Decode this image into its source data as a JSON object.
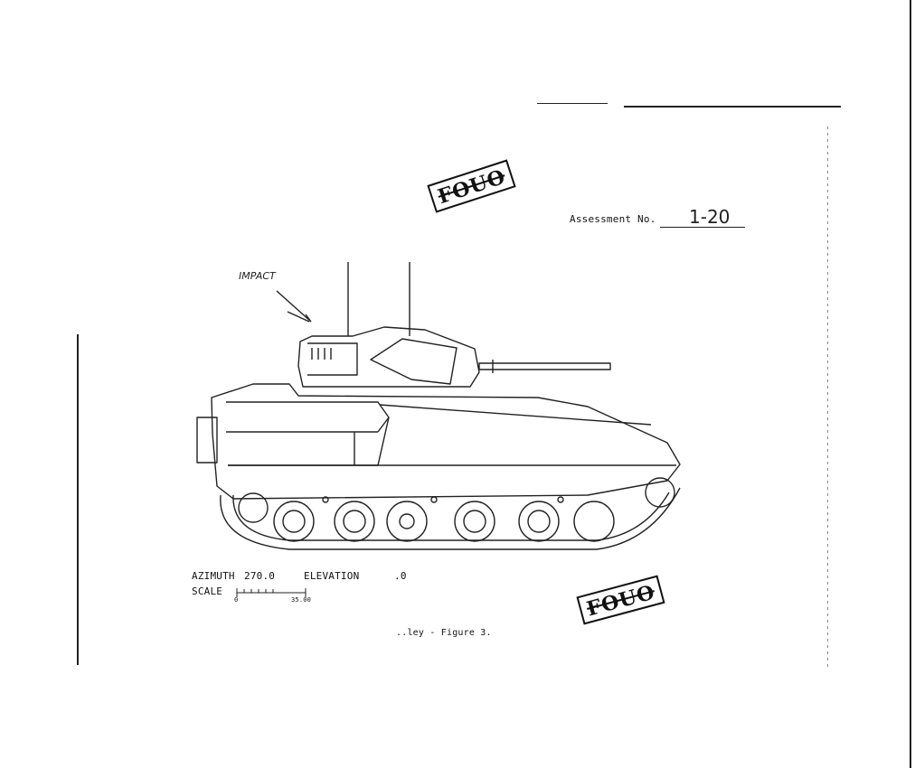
{
  "assessment": {
    "label": "Assessment No.",
    "value": "1-20"
  },
  "annotation": {
    "impact_label": "IMPACT"
  },
  "stamps": [
    {
      "text": "FOUO"
    },
    {
      "text": "FOUO"
    }
  ],
  "view": {
    "azimuth_label": "AZIMUTH",
    "azimuth_value": "270.0",
    "elevation_label": "ELEVATION",
    "elevation_value": ".0"
  },
  "scale": {
    "label": "SCALE",
    "min": "0",
    "max": "35.00"
  },
  "caption": "..ley - Figure 3."
}
